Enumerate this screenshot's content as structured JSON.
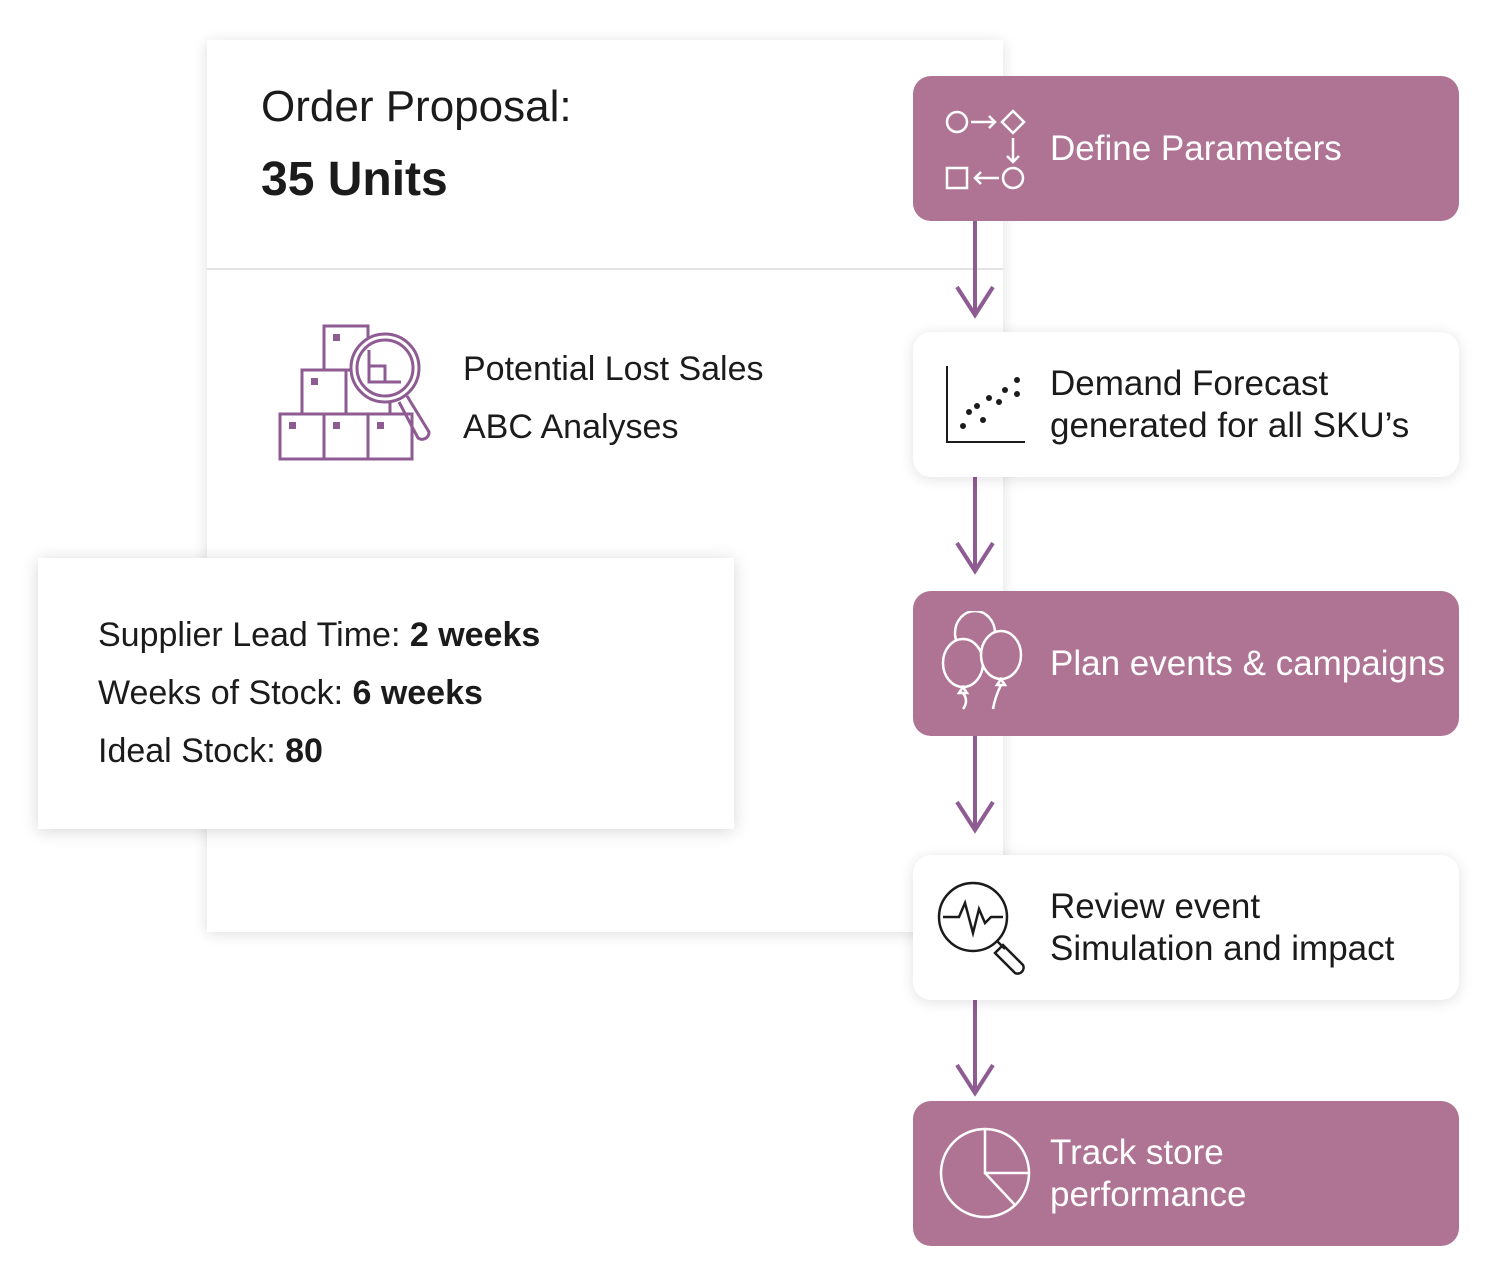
{
  "order_card": {
    "title": "Order Proposal:",
    "value": "35 Units",
    "analyses": [
      "Potential Lost Sales",
      "ABC Analyses"
    ],
    "icon": "boxes-magnifier-icon"
  },
  "params_card": {
    "lines": [
      {
        "label": "Supplier Lead Time: ",
        "value": "2 weeks"
      },
      {
        "label": "Weeks of Stock: ",
        "value": "6 weeks"
      },
      {
        "label": "Ideal Stock: ",
        "value": "80"
      }
    ]
  },
  "colors": {
    "accent": "#af7494",
    "arrow": "#8e5b93",
    "text": "#1b1b1b"
  },
  "steps": [
    {
      "lines": [
        "Define Parameters"
      ],
      "style": "filled",
      "icon": "workflow-icon"
    },
    {
      "lines": [
        "Demand Forecast",
        "generated for all SKU’s"
      ],
      "style": "plain",
      "icon": "scatter-plot-icon"
    },
    {
      "lines": [
        "Plan events & campaigns"
      ],
      "style": "filled",
      "icon": "balloons-icon"
    },
    {
      "lines": [
        "Review event",
        "Simulation and impact"
      ],
      "style": "plain",
      "icon": "pulse-magnifier-icon"
    },
    {
      "lines": [
        "Track store",
        "performance"
      ],
      "style": "filled",
      "icon": "pie-chart-icon"
    }
  ]
}
